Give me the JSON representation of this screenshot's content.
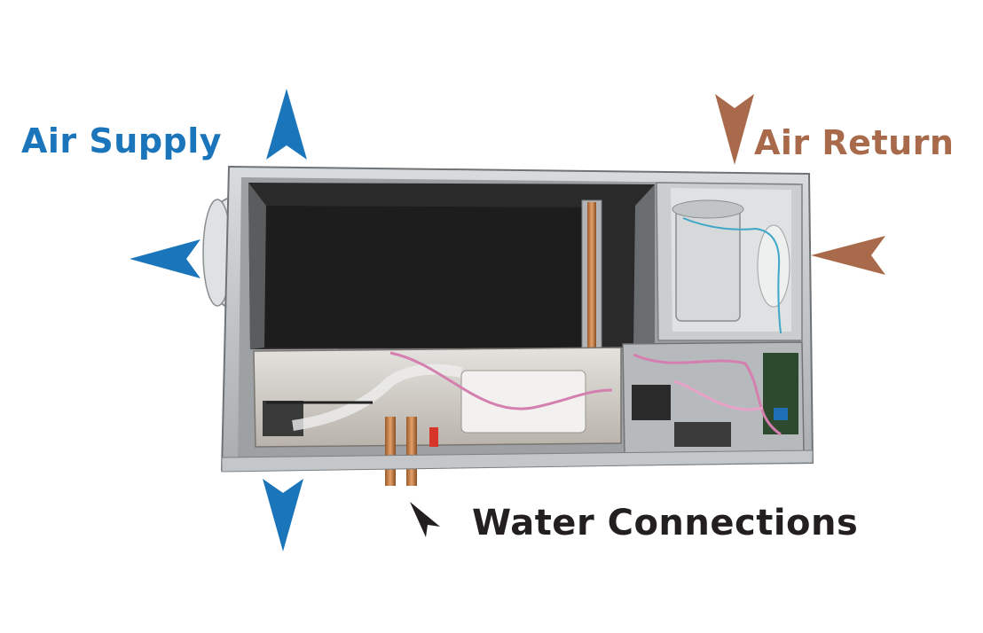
{
  "labels": {
    "air_supply": "Air Supply",
    "air_return": "Air Return",
    "water_connections": "Water Connections"
  },
  "colors": {
    "supply": "#1b75bb",
    "return": "#a86a4a",
    "water": "#231f20",
    "background": "#ffffff"
  }
}
